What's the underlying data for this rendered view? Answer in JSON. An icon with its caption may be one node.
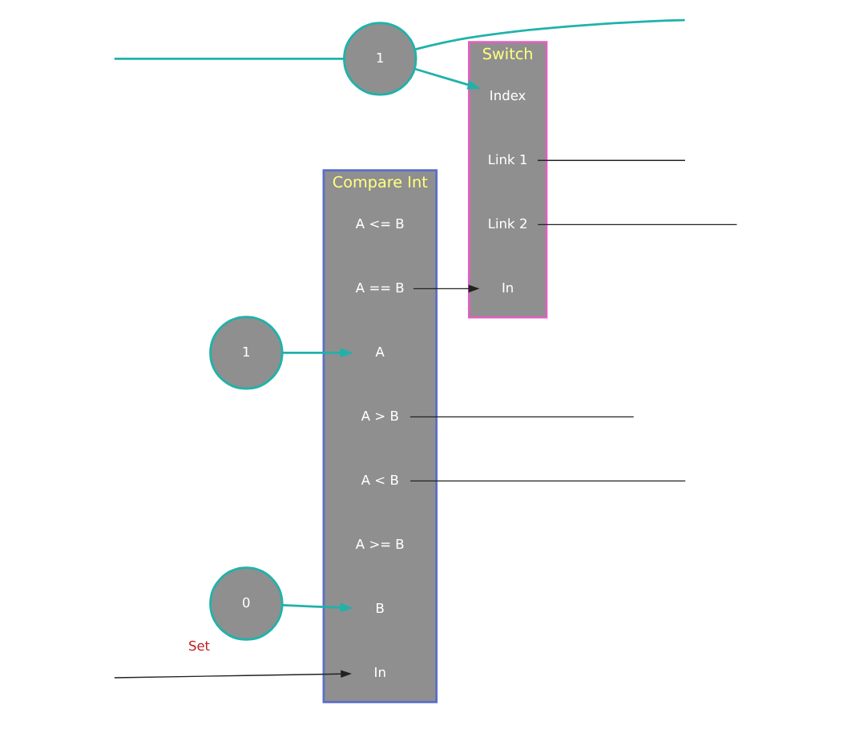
{
  "diagram": {
    "nodes": [
      {
        "text": [
          "Compare Int"
        ]
      },
      {
        "text": [
          "A <= B"
        ],
        "in": 0
      },
      {
        "text": [
          "A > B"
        ],
        "in": 0
      },
      {
        "text": [
          "In"
        ],
        "in": 0
      },
      {
        "text": [
          "A == B"
        ],
        "in": 0
      },
      {
        "text": [
          "A < B"
        ],
        "in": 0
      },
      {
        "text": [
          "A >= B"
        ],
        "in": 0
      },
      {
        "text": [
          "A"
        ],
        "in": 0
      },
      {
        "text": [
          "B"
        ],
        "in": 0
      },
      {
        "text": [
          "Switch"
        ]
      },
      {
        "text": [
          "In"
        ],
        "in": 9
      },
      {
        "text": [
          "Link 1"
        ],
        "in": 9
      },
      {
        "text": [
          "Link 2"
        ],
        "in": 9
      },
      {
        "text": [
          "Index"
        ],
        "in": 9
      },
      {
        "text": [
          "1"
        ]
      },
      {
        "text": [
          "0"
        ],
        "beside": [
          "Set"
        ]
      },
      {
        "text": [
          "1"
        ]
      }
    ],
    "edges": [
      {
        "from": null,
        "to": 3,
        "arrow": "to"
      },
      {
        "from": 4,
        "to": 10,
        "arrow": "to"
      },
      {
        "from": 2,
        "to": null,
        "arrow": "none"
      },
      {
        "from": 5,
        "to": null,
        "arrow": "none"
      },
      {
        "from": 11,
        "to": null,
        "arrow": "none"
      },
      {
        "from": 12,
        "to": null,
        "arrow": "none"
      },
      {
        "from": 14,
        "to": 7,
        "arrow": "to",
        "color": "#20b2aa"
      },
      {
        "from": 15,
        "to": 8,
        "arrow": "to",
        "color": "#20b2aa"
      },
      {
        "from": 16,
        "to": 13,
        "arrow": "to",
        "color": "#20b2aa"
      },
      {
        "from": 16,
        "to": null,
        "arrow": "none",
        "color": "#20b2aa"
      },
      {
        "from": null,
        "to": 16,
        "arrow": "none",
        "color": "#20b2aa"
      }
    ]
  }
}
